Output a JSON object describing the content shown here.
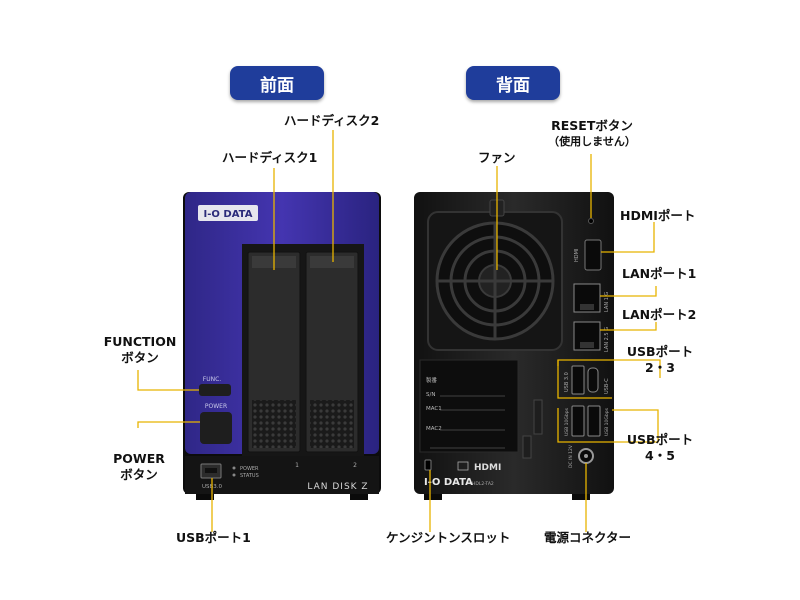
{
  "headers": {
    "front": "前面",
    "back": "背面"
  },
  "front_labels": {
    "hdd1": "ハードディスク1",
    "hdd2": "ハードディスク2",
    "function_line1": "FUNCTION",
    "function_line2": "ボタン",
    "power_line1": "POWER",
    "power_line2": "ボタン",
    "usb1": "USBポート1"
  },
  "back_labels": {
    "fan": "ファン",
    "reset_line1": "RESETボタン",
    "reset_line2": "（使用しません）",
    "hdmi": "HDMIポート",
    "lan1": "LANポート1",
    "lan2": "LANポート2",
    "usb23_line1": "USBポート",
    "usb23_line2": "2・3",
    "usb45_line1": "USBポート",
    "usb45_line2": "4・5",
    "kensington": "ケンジントンスロット",
    "power_connector": "電源コネクター"
  },
  "device_front_text": {
    "brand": "I-O DATA",
    "func": "FUNC.",
    "power": "POWER",
    "led_power": "POWER",
    "led_status": "STATUS",
    "usb30": "USB3.0",
    "bay1": "1",
    "bay2": "2",
    "model": "LAN DISK Z"
  },
  "device_back_text": {
    "hdmi": "HDMI",
    "lan1g": "LAN 1 G",
    "lan25g": "LAN 2.5 G",
    "usb30": "USB 3.0",
    "usbc": "USB-C",
    "usb10g_a": "USB 10Gbps",
    "usb10g_b": "USB 10Gbps",
    "dcin": "DC IN 12V",
    "serial": "製番",
    "sn": "S/N",
    "mac1": "MAC1",
    "mac2": "MAC2",
    "hdmi_logo": "HDMI",
    "brand": "I-O DATA",
    "model_code": "HDL2-TA2"
  },
  "colors": {
    "header_pill": "#1f3d9b",
    "leader_line": "#e8b400",
    "front_panel": "#3b2f9a",
    "device_body": "#1b1b1b"
  }
}
